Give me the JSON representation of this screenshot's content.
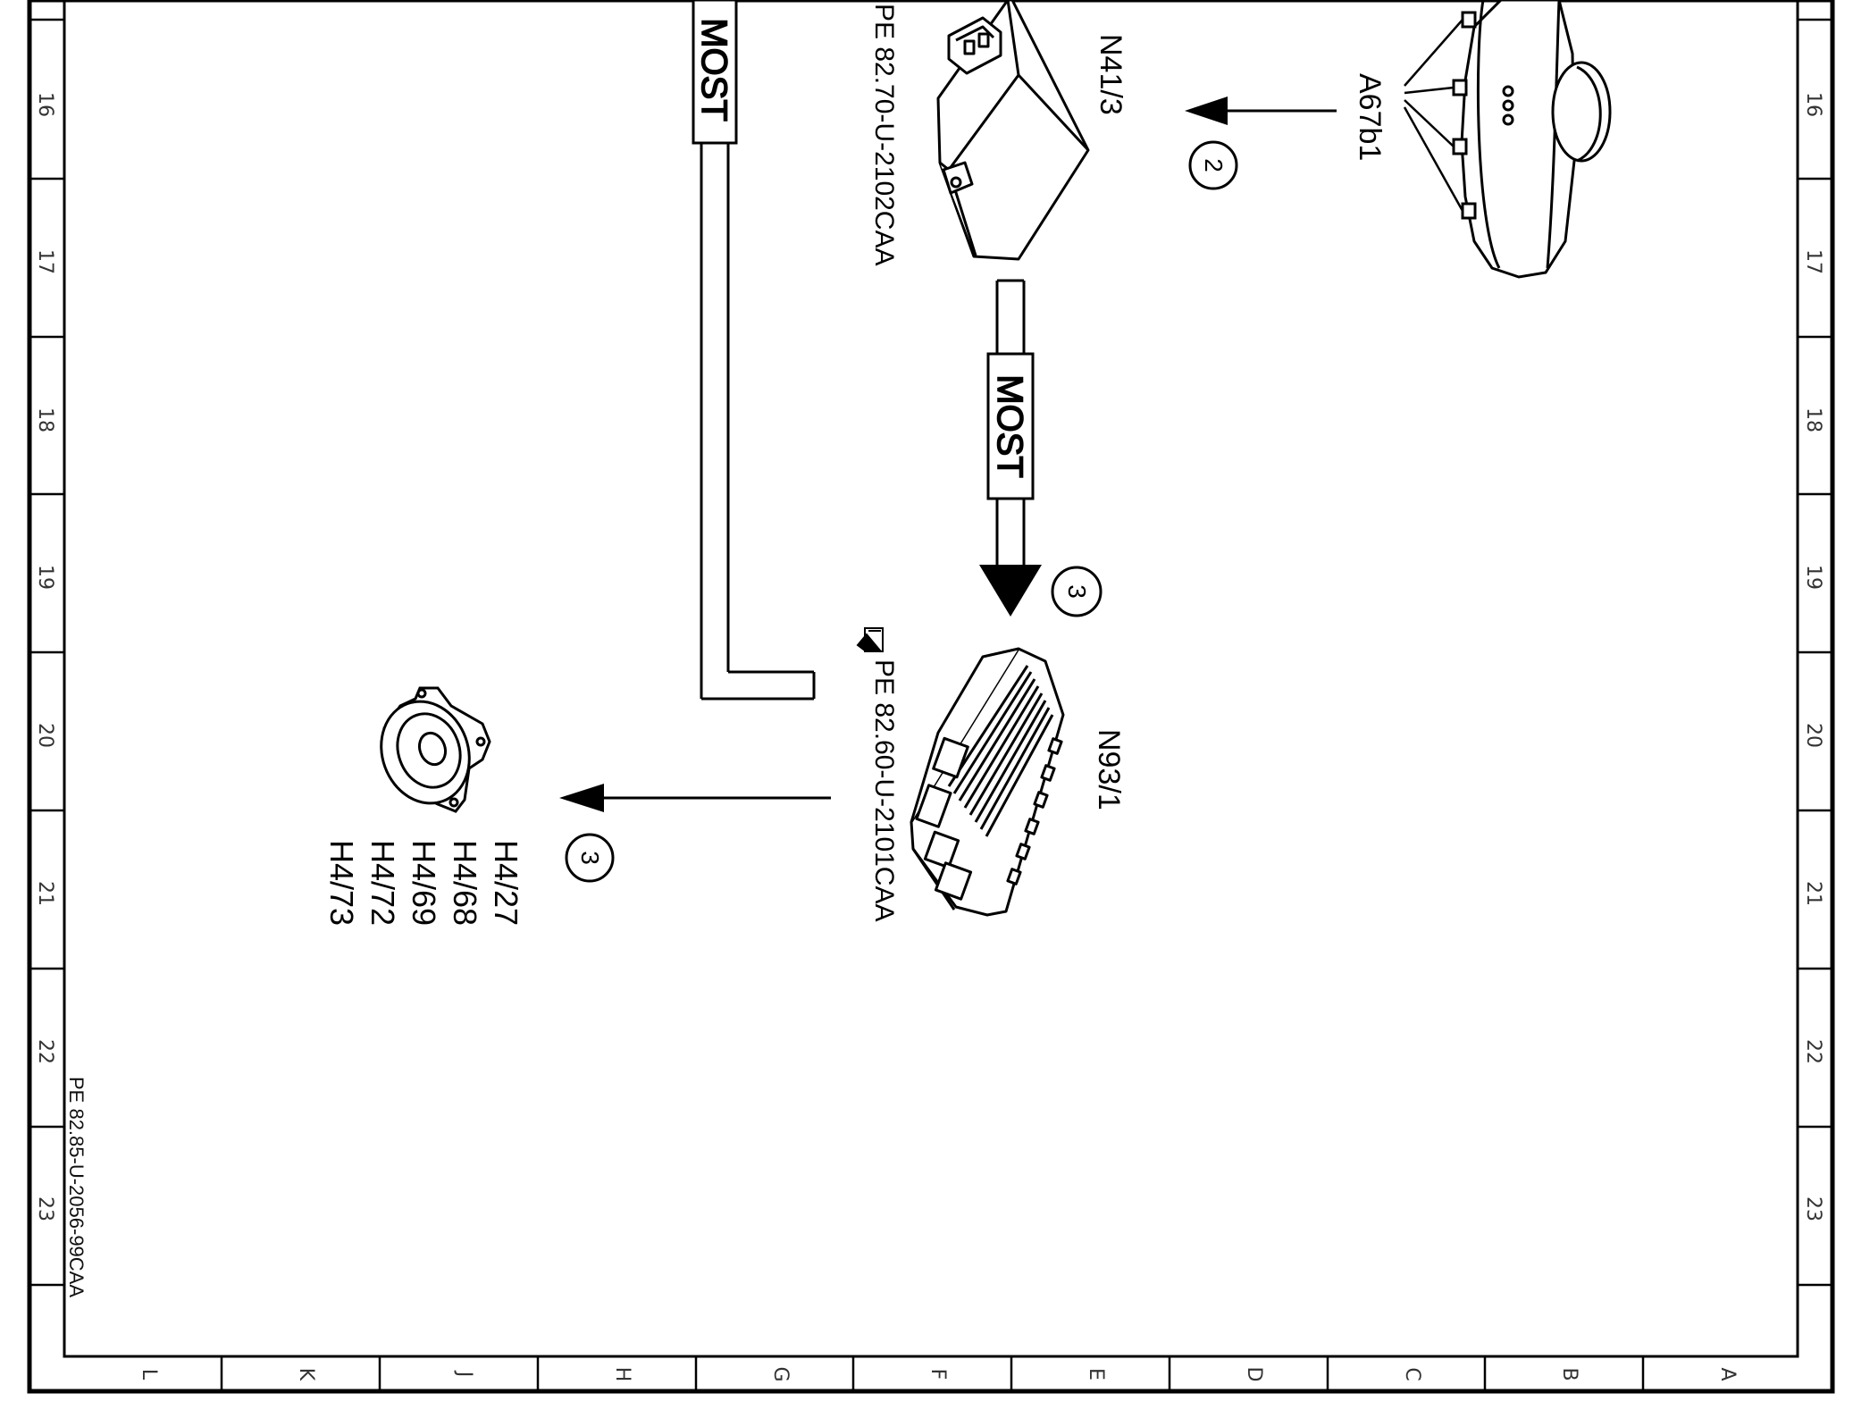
{
  "frame": {
    "row_labels": [
      "16",
      "17",
      "18",
      "19",
      "20",
      "21",
      "22",
      "23"
    ],
    "column_labels": [
      "L",
      "K",
      "J",
      "H",
      "G",
      "F",
      "E",
      "D",
      "C",
      "B",
      "A"
    ]
  },
  "document_code": "PE 82.85-U-2056-99CAA",
  "bus_labels": {
    "most_top": "MOST",
    "most_middle": "MOST"
  },
  "components": {
    "mirror": {
      "label": "A67b1"
    },
    "control_unit_top": {
      "label": "N41/3",
      "reference": "PE 82.70-U-2102CAA"
    },
    "control_unit_bottom": {
      "label": "N93/1",
      "reference": "PE 82.60-U-2101CAA"
    },
    "speakers": {
      "labels": [
        "H4/27",
        "H4/68",
        "H4/69",
        "H4/72",
        "H4/73"
      ]
    }
  },
  "step_markers": {
    "arrow_to_n41": "2",
    "arrow_to_n93": "3",
    "arrow_to_speakers": "3"
  },
  "colors": {
    "line": "#000000",
    "background": "#ffffff",
    "frame_text": "#333333"
  }
}
